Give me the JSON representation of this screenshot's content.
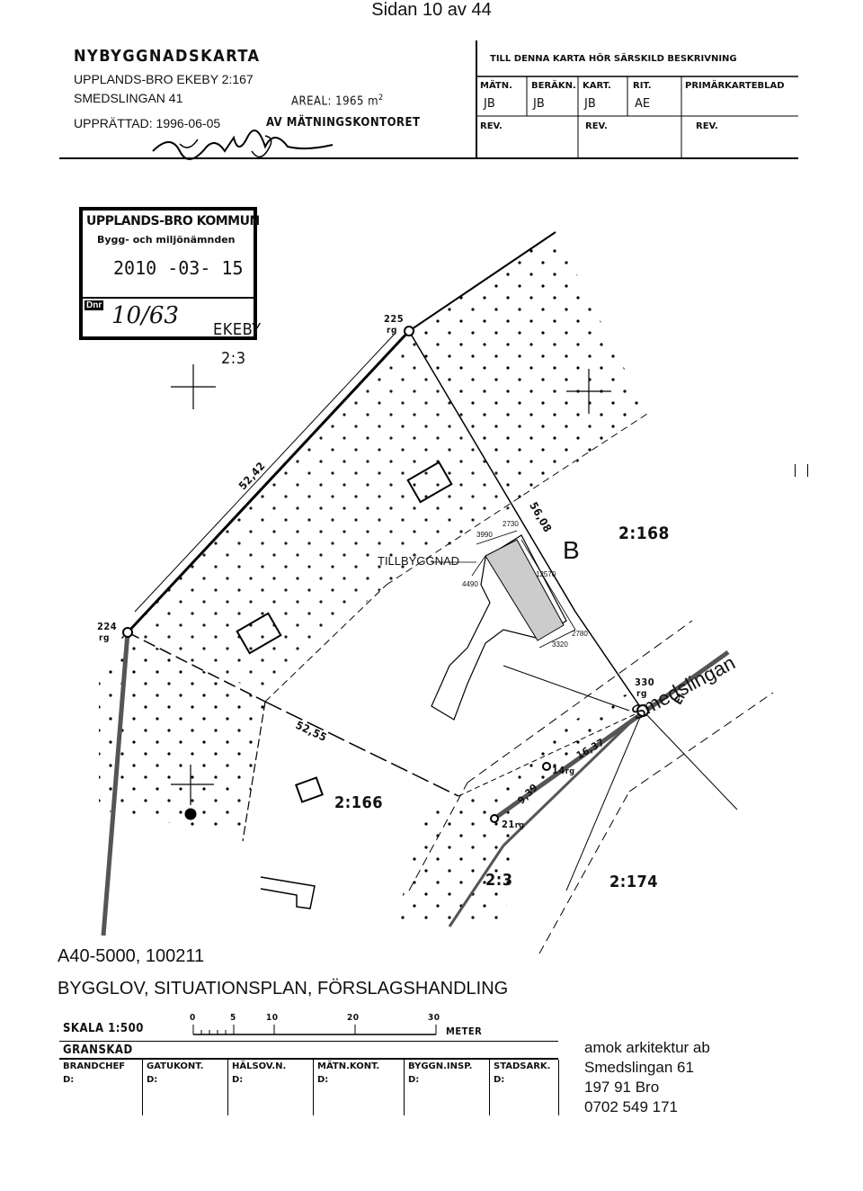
{
  "page_header": "Sidan 10 av 44",
  "title_block": {
    "title": "NYBYGGNADSKARTA",
    "property": "UPPLANDS-BRO EKEBY 2:167",
    "address": "SMEDSLINGAN 41",
    "area_label": "AREAL: 1965 m",
    "area_sup": "2",
    "prepared": "UPPRÄTTAD: 1996-06-05",
    "by": "AV MÄTNINGSKONTORET",
    "right_note": "TILL DENNA KARTA HÖR SÄRSKILD BESKRIVNING",
    "cells": {
      "matn": "MÄTN.",
      "matn_val": "JB",
      "berakn": "BERÄKN.",
      "berakn_val": "JB",
      "kart": "KART.",
      "kart_val": "JB",
      "rit": "RIT.",
      "rit_val": "AE",
      "primar": "PRIMÄRKARTEBLAD",
      "rev1": "REV.",
      "rev2": "REV.",
      "rev3": "REV."
    }
  },
  "stamp": {
    "line1": "UPPLANDS-BRO KOMMUN",
    "line2": "Bygg- och miljönämnden",
    "date": "2010 -03- 15",
    "dnr_label": "Dnr",
    "dnr_value": "10/63"
  },
  "map": {
    "labels": {
      "ekeby": "EKEBY",
      "parcel_23_top": "2:3",
      "parcel_168": "2:168",
      "parcel_166": "2:166",
      "parcel_174": "2:174",
      "parcel_23_bottom": "2:3",
      "b": "B",
      "tillbyggnad": "TILLBYGGNAD",
      "street": "Smedslingan",
      "el": "El",
      "p225": "225",
      "p225_rg": "rg",
      "p224": "224",
      "p224_rg": "rg",
      "p330": "330",
      "p330_rg": "rg",
      "p14": "14",
      "p14_rg": "rg",
      "p21": "21",
      "p21_rg": "rg",
      "d5242": "52,42",
      "d5608": "56,08",
      "d5255": "52,55",
      "d1637": "16,37",
      "d939": "9,39",
      "m2730": "2730",
      "m3990": "3990",
      "m4490": "4490",
      "m12570": "12570",
      "m2780": "2780",
      "m3320": "3320"
    }
  },
  "project": {
    "code": "A40-5000, 100211",
    "description": "BYGGLOV, SITUATIONSPLAN, FÖRSLAGSHANDLING"
  },
  "scale_block": {
    "skala": "SKALA 1:500",
    "ticks": [
      "0",
      "5",
      "10",
      "20",
      "30"
    ],
    "meter": "METER",
    "granskad": "GRANSKAD",
    "columns": [
      {
        "label": "BRANDCHEF",
        "val": "D:"
      },
      {
        "label": "GATUKONT.",
        "val": "D:"
      },
      {
        "label": "HÄLSOV.N.",
        "val": "D:"
      },
      {
        "label": "MÄTN.KONT.",
        "val": "D:"
      },
      {
        "label": "BYGGN.INSP.",
        "val": "D:"
      },
      {
        "label": "STADSARK.",
        "val": "D:"
      }
    ]
  },
  "architect": {
    "name": "amok arkitektur ab",
    "street": "Smedslingan 61",
    "city": "197 91 Bro",
    "phone": "0702 549 171"
  }
}
